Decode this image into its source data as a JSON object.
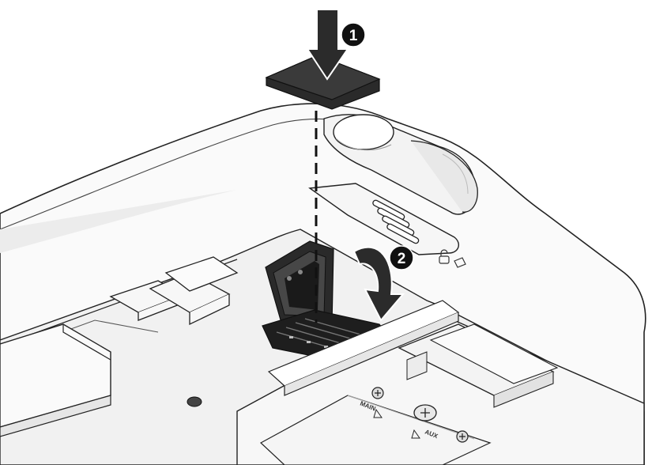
{
  "callouts": [
    {
      "number": "1"
    },
    {
      "number": "2"
    }
  ],
  "antenna_labels": {
    "main": "MAIN",
    "aux": "AUX"
  },
  "colors": {
    "outline": "#222222",
    "card": "#3a3a3a",
    "tray": "#1e1e1e",
    "surface": "#f4f4f4",
    "shade": "#e2e2e2",
    "callout_fill": "#111111"
  },
  "icons": [
    "arrow-down-icon",
    "curved-arrow-icon",
    "screw-icon",
    "lock-icon"
  ]
}
